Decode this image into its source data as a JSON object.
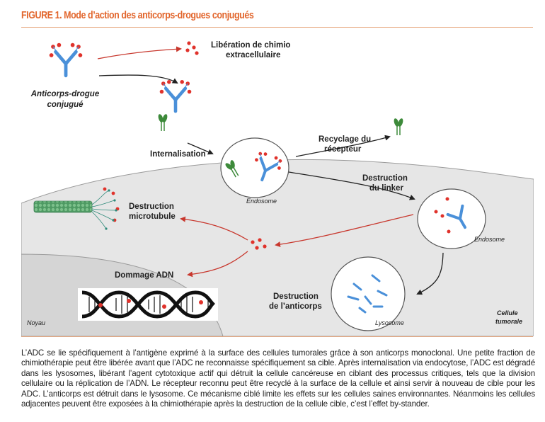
{
  "figure": {
    "title": "FIGURE 1. Mode d’action des anticorps-drogues conjugués",
    "labels": {
      "adc_line1": "Anticorps-drogue",
      "adc_line2": "conjugué",
      "liberation_line1": "Libération de chimio",
      "liberation_line2": "extracellulaire",
      "internalisation": "Internalisation",
      "recyclage_line1": "Recyclage du",
      "recyclage_line2": "récepteur",
      "endosome1": "Endosome",
      "destruction_linker_line1": "Destruction",
      "destruction_linker_line2": "du linker",
      "endosome2": "Endosome",
      "destruction_micro_line1": "Destruction",
      "destruction_micro_line2": "microtubule",
      "dommage_adn": "Dommage ADN",
      "destruction_anticorps_line1": "Destruction",
      "destruction_anticorps_line2": "de l’anticorps",
      "lysosome": "Lysosome",
      "noyau": "Noyau",
      "cellule_line1": "Cellule",
      "cellule_line2": "tumorale"
    },
    "colors": {
      "accent": "#e2662d",
      "cell": "#e6e6e6",
      "nucleus": "#d5d5d5",
      "antibody": "#4a90d9",
      "drug": "#e0322b",
      "receptor": "#3d8a3a",
      "arrow_red": "#c8372d"
    },
    "caption": "L’ADC se lie spécifiquement à l’antigène exprimé à la surface des cellules tumorales grâce à son anticorps monoclonal. Une petite fraction de chimiothérapie peut être libérée avant que l’ADC ne reconnaisse spécifiquement sa cible. Après internalisation via endocytose, l’ADC est dégradé dans les lysosomes, libérant l’agent cytotoxique actif qui détruit la cellule cancéreuse en ciblant des processus critiques, tels que la division cellulaire ou la réplication de l’ADN. Le récepteur reconnu peut être recyclé à la surface de la cellule et ainsi servir à nouveau de cible pour les ADC. L’anticorps est détruit dans le lysosome. Ce mécanisme ciblé limite les effets sur les cellules saines environnantes. Néanmoins les cellules adjacentes peuvent être exposées à la chimiothérapie après la destruction de la cellule cible, c’est l’effet by-stander."
  }
}
